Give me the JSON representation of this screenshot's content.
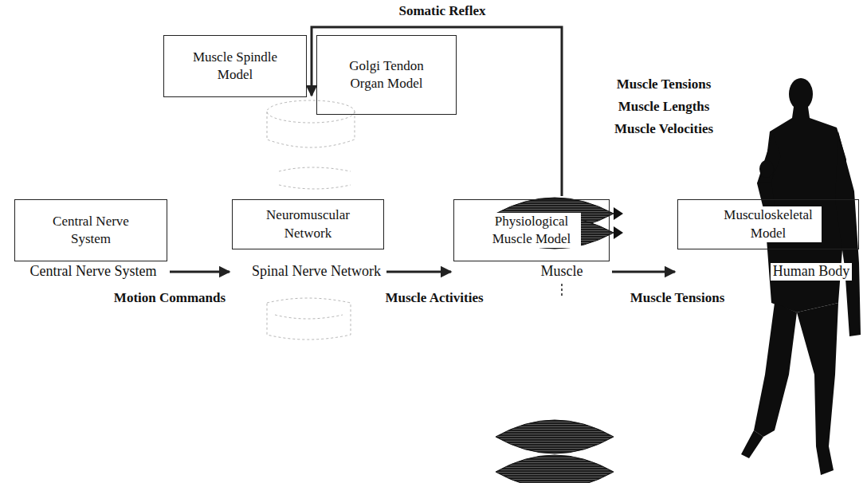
{
  "diagram": {
    "nodes": [
      {
        "text": [
          "Muscle Spindle Model"
        ]
      },
      {
        "text": [
          "Golgi Tendon Organ Model"
        ]
      },
      {
        "text": [
          "Central Nerve System",
          "Central Nerve System"
        ]
      },
      {
        "text": [
          "Neuromuscular Network",
          "Spinal Nerve Network"
        ]
      },
      {
        "text": [
          "Physiological Muscle Model",
          "Muscle"
        ]
      },
      {
        "text": [
          "Musculoskeletal Model",
          "Human Body"
        ]
      }
    ],
    "edges": [
      {
        "from": 2,
        "to": 3,
        "arrow": "to",
        "label": "Motion Commands"
      },
      {
        "from": 3,
        "to": 4,
        "arrow": "to",
        "label": "Muscle Activities"
      },
      {
        "from": 4,
        "to": 5,
        "arrow": "to",
        "label": "Muscle Tensions"
      }
    ],
    "labels": [
      "Somatic Reflex",
      "Muscle Tensions",
      "Muscle Lengths",
      "Muscle Velocities"
    ]
  }
}
